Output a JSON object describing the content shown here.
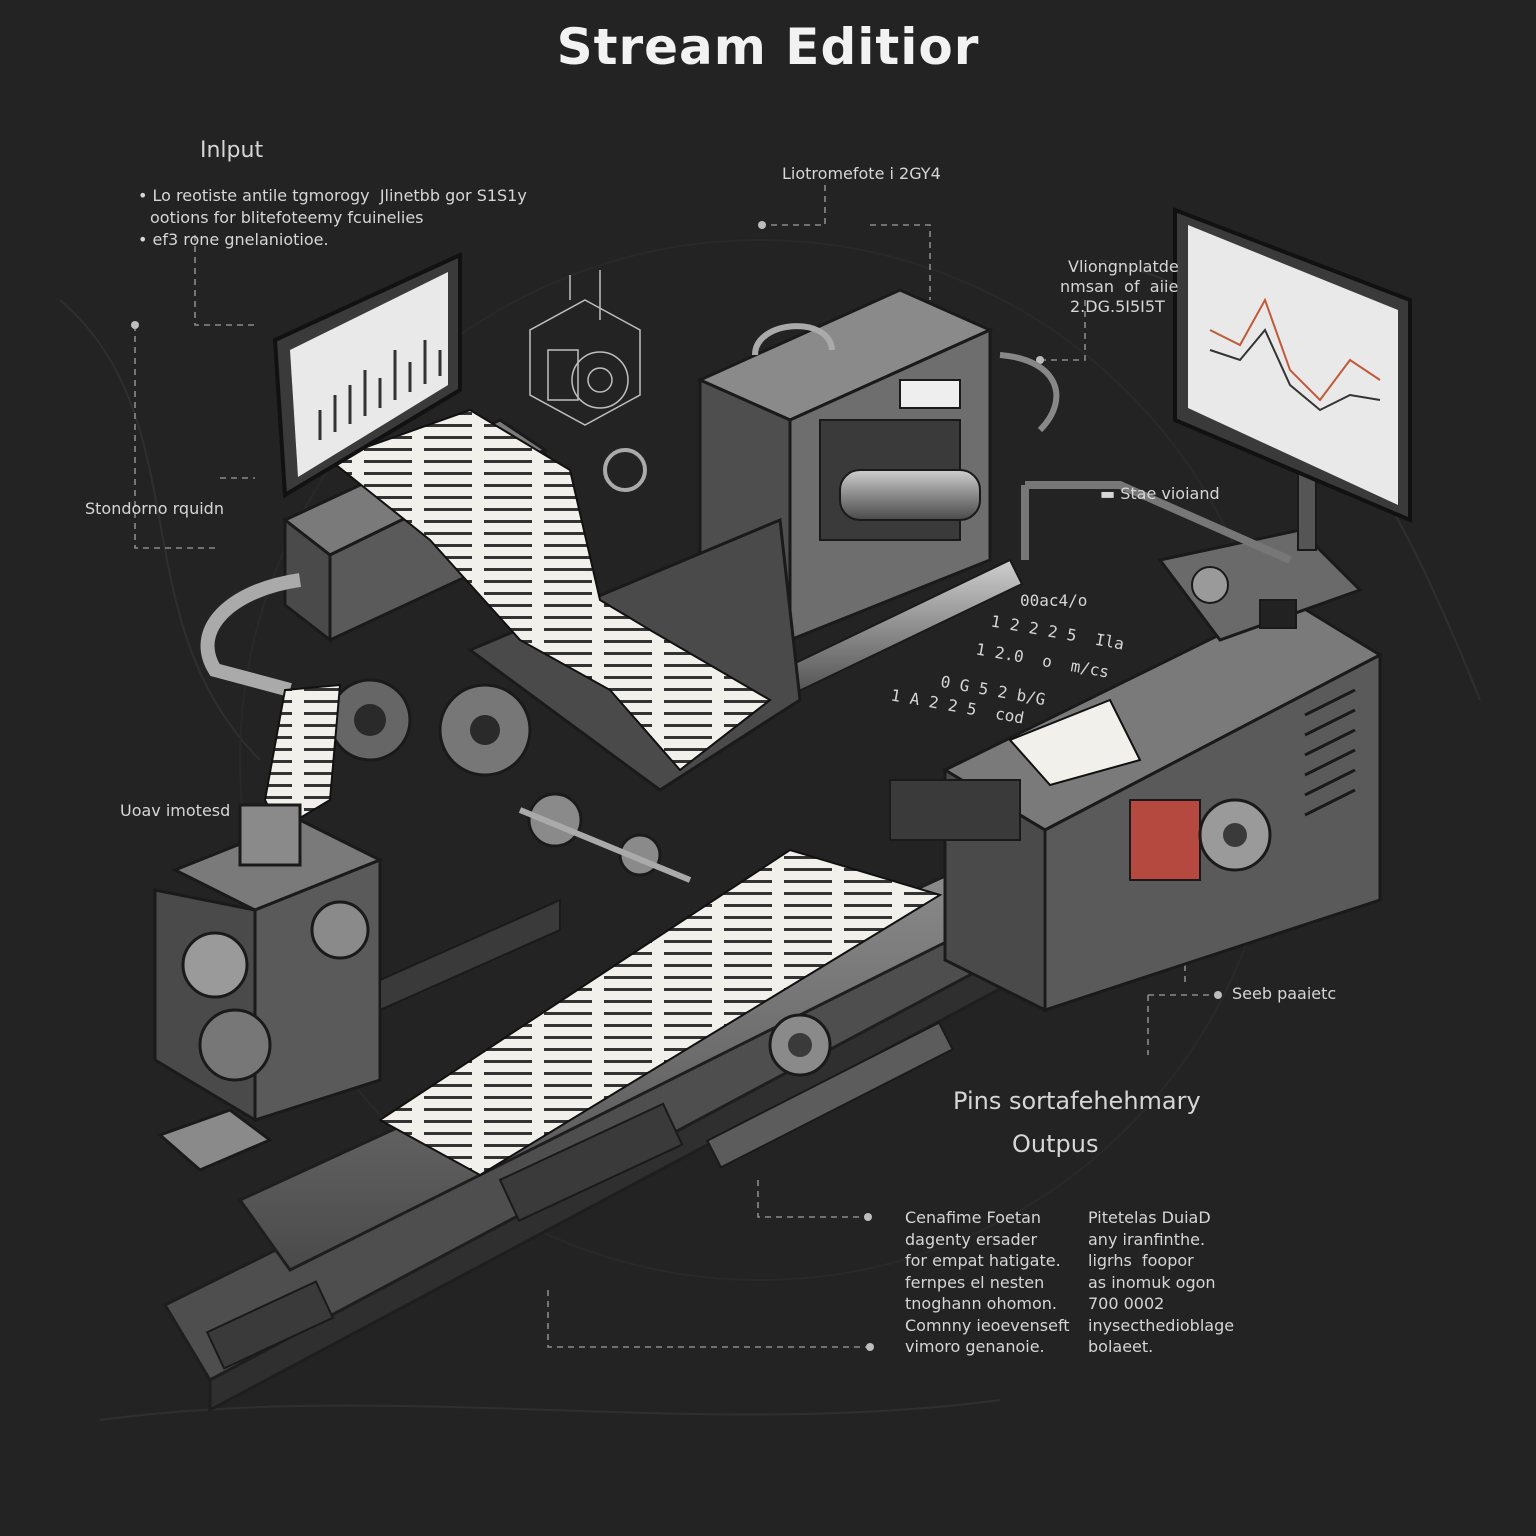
{
  "title": "Stream Editior",
  "labels": {
    "input_heading": "Inlput",
    "input_bullet_1a": "Lo reotiste antile tgmorogy  Jlinetbb gor S1S1y",
    "input_bullet_1b": "ootions for blitefoteemy fcuinelies",
    "input_bullet_2": "ef3 rone gnelaniotioe.",
    "standard_input": "Stondorno rquidn",
    "user_instead": "Uoav imotesd",
    "top_center_label": "Liotromefote i 2GY4",
    "right_upper_1": "Vliongnplatde",
    "right_upper_2": "nmsan  of  aiie",
    "right_upper_3": "2.DG.5I5I5T",
    "stage_label": "Stae vioiand",
    "num_1": "00ac4/o",
    "num_2": "1 2 2 2 5  Ila",
    "num_3": "1 2.0  o  m/cs",
    "num_4": "0 G 5 2 b/G",
    "num_5": "1 A 2 2 5  cod",
    "seeb_label": "Seeb paaietc",
    "pins_label": "Pins sortafehehmary",
    "output_label": "Outpus",
    "col1_line1": "Cenafime Foetan",
    "col1_line2": "dagenty ersader",
    "col1_line3": "for empat hatigate.",
    "col1_line4": "fernpes el nesten",
    "col1_line5": "tnoghann ohomon.",
    "col1_line6": "Comnny ieoevenseft",
    "col1_line7": "vimoro genanoie.",
    "col2_line1": "Pitetelas DuiaD",
    "col2_line2": "any iranfinthe.",
    "col2_line3": "ligrhs  foopor",
    "col2_line4": "as inomuk ogon",
    "col2_line5": "700 0002",
    "col2_line6": "inysecthedioblage",
    "col2_line7": "bolaeet."
  },
  "colors": {
    "background": "#232323",
    "metal": "#6e6e6e",
    "metal_dark": "#3d3d3d",
    "metal_light": "#9a9a9a",
    "paper": "#f2f0ea",
    "accent_red": "#b5483f",
    "leader_line": "#8a8a8a"
  },
  "icons": {
    "left_monitor": "bar-chart-monitor-icon",
    "right_monitor": "line-chart-monitor-icon",
    "hex_gear": "hexagon-gear-schematic-icon"
  }
}
